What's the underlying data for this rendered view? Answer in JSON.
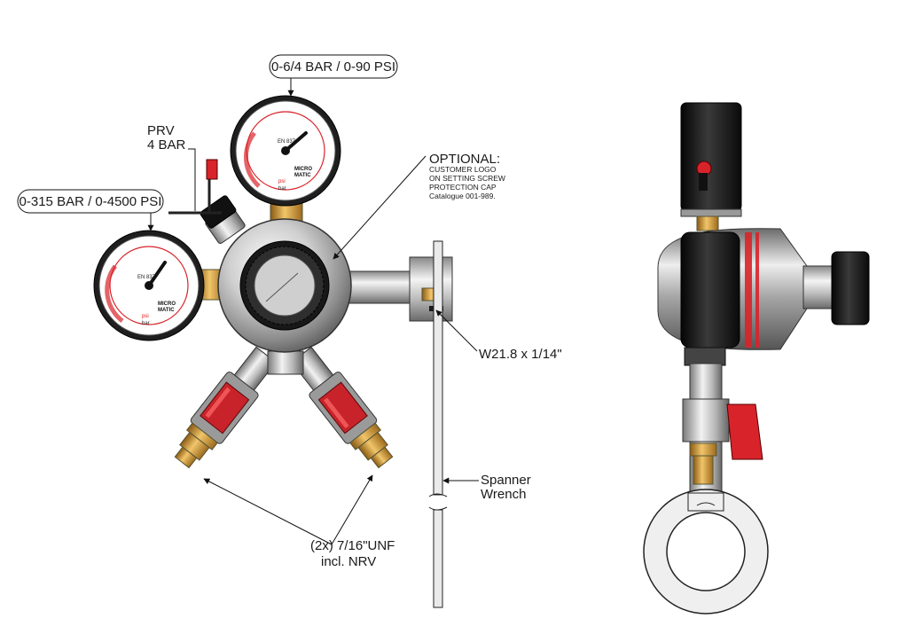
{
  "callouts": {
    "low_gauge": "0-6/4 BAR / 0-90 PSI",
    "high_gauge": "0-315 BAR / 0-4500 PSI",
    "prv_line1": "PRV",
    "prv_line2": "4 BAR",
    "optional_title": "OPTIONAL:",
    "optional_line1": "CUSTOMER LOGO",
    "optional_line2": "ON SETTING SCREW",
    "optional_line3": "PROTECTION CAP",
    "optional_line4": "Catalogue 001-989.",
    "thread": "W21.8 x 1/14\"",
    "spanner_line1": "Spanner",
    "spanner_line2": "Wrench",
    "outlet_line1": "(2x) 7/16\"UNF",
    "outlet_line2": "incl. NRV"
  },
  "gauge_low": {
    "brand_line1": "MICRO",
    "brand_line2": "MATIC",
    "unit_psi": "psi",
    "unit_bar": "bar",
    "standard": "EN 837"
  },
  "gauge_high": {
    "brand_line1": "MICRO",
    "brand_line2": "MATIC",
    "unit_psi": "psi",
    "unit_bar": "bar",
    "standard": "EN 837"
  },
  "colors": {
    "accent_red": "#d8232a",
    "brass": "#d9a441",
    "chrome": "#c9c9c9",
    "black_part": "#1c1c1c"
  }
}
